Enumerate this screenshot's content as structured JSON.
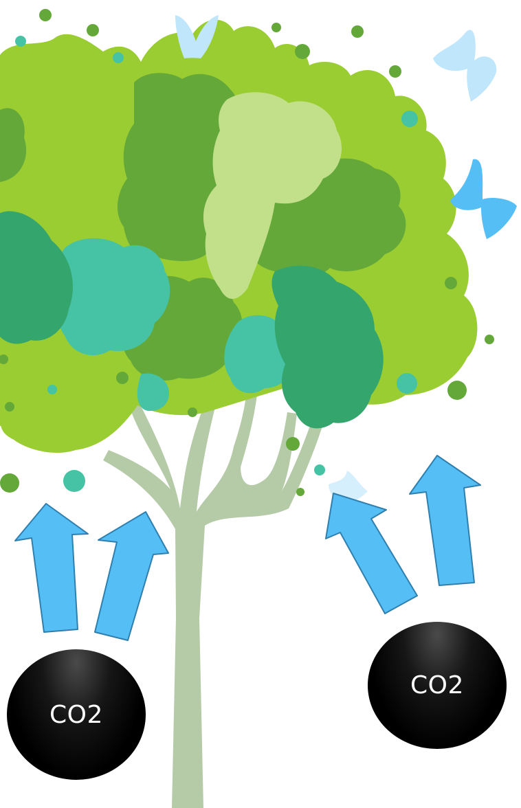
{
  "labels": {
    "co2_left": "CO2",
    "co2_right": "CO2"
  },
  "colors": {
    "background": "#ffffff",
    "trunk": "#b5cba7",
    "foliage_lime": "#9acd32",
    "foliage_green": "#64a83a",
    "foliage_pale": "#c2e08a",
    "foliage_teal": "#45c3a4",
    "foliage_emerald": "#35a56e",
    "arrow_fill": "#55bff5",
    "arrow_stroke": "#2f7fae",
    "butterfly_pale": "#bfe6fb",
    "butterfly_blue": "#55bff5",
    "co2_ball": "#000000",
    "co2_text": "#ffffff"
  },
  "icons": [
    "tree",
    "up-arrow",
    "butterfly",
    "flower",
    "co2-molecule"
  ]
}
